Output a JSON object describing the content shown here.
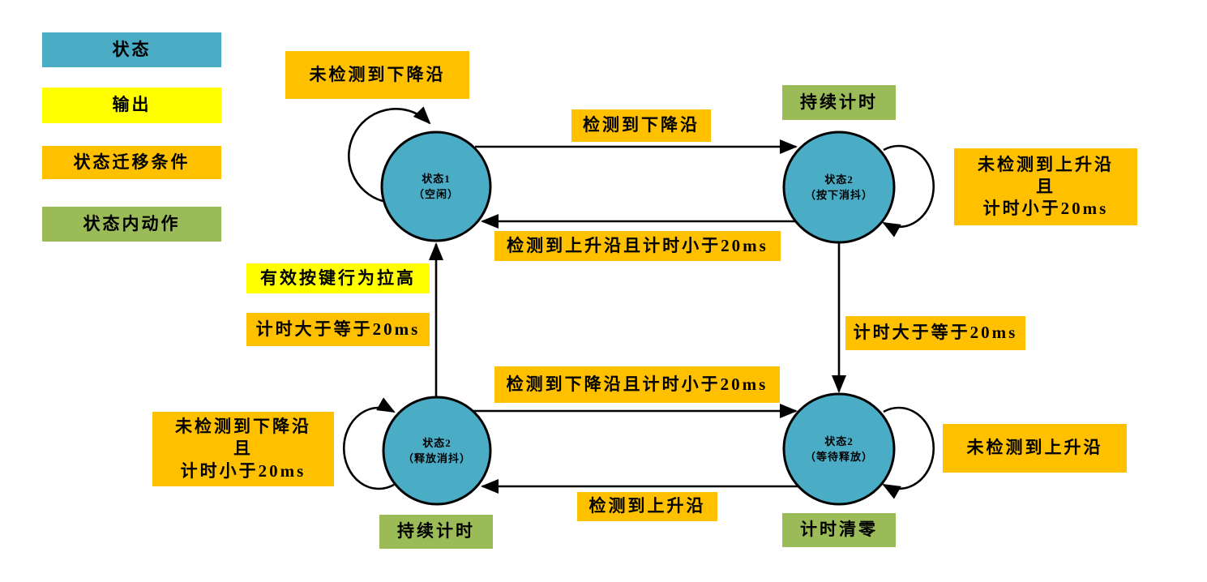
{
  "diagram": {
    "colors": {
      "state": "#4BACC6",
      "output": "#FFFF00",
      "transition": "#FFC000",
      "action": "#9BBB59"
    },
    "legend": {
      "state": "状态",
      "output": "输出",
      "transition": "状态迁移条件",
      "action": "状态内动作"
    },
    "states": {
      "idle": {
        "name": "状态1",
        "note": "（空闲）"
      },
      "press_debounce": {
        "name": "状态2",
        "note": "（按下消抖）"
      },
      "release_debounce": {
        "name": "状态2",
        "note": "（释放消抖）"
      },
      "wait_release": {
        "name": "状态2",
        "note": "（等待释放）"
      }
    },
    "labels": {
      "idle_self": "未检测到下降沿",
      "press_action": "持续计时",
      "falling_edge": "检测到下降沿",
      "press_self": {
        "l1": "未检测到上升沿",
        "l2": "且",
        "l3": "计时小于20ms"
      },
      "rising_lt20": "检测到上升沿且计时小于20ms",
      "output_high": "有效按键行为拉高",
      "ge20_left": "计时大于等于20ms",
      "ge20_right": "计时大于等于20ms",
      "falling_lt20": "检测到下降沿且计时小于20ms",
      "release_self": {
        "l1": "未检测到下降沿",
        "l2": "且",
        "l3": "计时小于20ms"
      },
      "rising_edge": "检测到上升沿",
      "release_action": "持续计时",
      "wait_action": "计时清零"
    }
  }
}
